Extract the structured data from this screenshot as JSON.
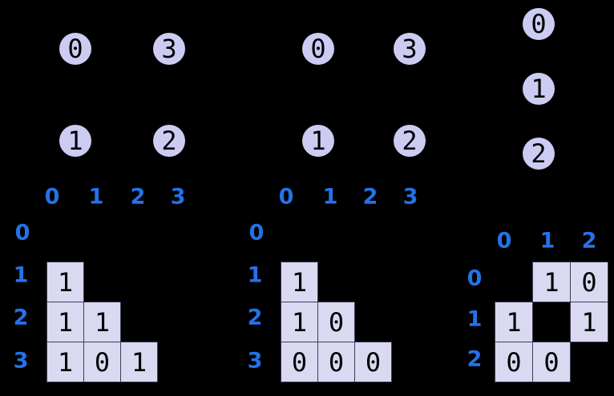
{
  "colors": {
    "bg": "#000000",
    "node_fill": "#ccccf3",
    "cell_fill": "#d9d9f2",
    "cell_border": "#3c3c55",
    "header_blue": "#2472e8",
    "digit_black": "#000000"
  },
  "panels": [
    {
      "id": "left",
      "graph": {
        "nodes": [
          {
            "label": "0"
          },
          {
            "label": "3"
          },
          {
            "label": "1"
          },
          {
            "label": "2"
          }
        ]
      },
      "matrix": {
        "col_headers": [
          "0",
          "1",
          "2",
          "3"
        ],
        "row_headers": [
          "0",
          "1",
          "2",
          "3"
        ],
        "rows": [
          {
            "row": "0",
            "cells": []
          },
          {
            "row": "1",
            "cells": [
              {
                "col": 0,
                "value": "1"
              }
            ]
          },
          {
            "row": "2",
            "cells": [
              {
                "col": 0,
                "value": "1"
              },
              {
                "col": 1,
                "value": "1"
              }
            ]
          },
          {
            "row": "3",
            "cells": [
              {
                "col": 0,
                "value": "1"
              },
              {
                "col": 1,
                "value": "0"
              },
              {
                "col": 2,
                "value": "1"
              }
            ]
          }
        ]
      }
    },
    {
      "id": "middle",
      "graph": {
        "nodes": [
          {
            "label": "0"
          },
          {
            "label": "3"
          },
          {
            "label": "1"
          },
          {
            "label": "2"
          }
        ]
      },
      "matrix": {
        "col_headers": [
          "0",
          "1",
          "2",
          "3"
        ],
        "row_headers": [
          "0",
          "1",
          "2",
          "3"
        ],
        "rows": [
          {
            "row": "0",
            "cells": []
          },
          {
            "row": "1",
            "cells": [
              {
                "col": 0,
                "value": "1"
              }
            ]
          },
          {
            "row": "2",
            "cells": [
              {
                "col": 0,
                "value": "1"
              },
              {
                "col": 1,
                "value": "0"
              }
            ]
          },
          {
            "row": "3",
            "cells": [
              {
                "col": 0,
                "value": "0"
              },
              {
                "col": 1,
                "value": "0"
              },
              {
                "col": 2,
                "value": "0"
              }
            ]
          }
        ]
      }
    },
    {
      "id": "right",
      "graph": {
        "nodes": [
          {
            "label": "0"
          },
          {
            "label": "1"
          },
          {
            "label": "2"
          }
        ]
      },
      "matrix": {
        "col_headers": [
          "0",
          "1",
          "2"
        ],
        "row_headers": [
          "0",
          "1",
          "2"
        ],
        "rows": [
          {
            "row": "0",
            "cells": [
              {
                "col": 1,
                "value": "1"
              },
              {
                "col": 2,
                "value": "0"
              }
            ]
          },
          {
            "row": "1",
            "cells": [
              {
                "col": 0,
                "value": "1"
              },
              {
                "col": 2,
                "value": "1"
              }
            ]
          },
          {
            "row": "2",
            "cells": [
              {
                "col": 0,
                "value": "0"
              },
              {
                "col": 1,
                "value": "0"
              }
            ]
          }
        ]
      }
    }
  ]
}
